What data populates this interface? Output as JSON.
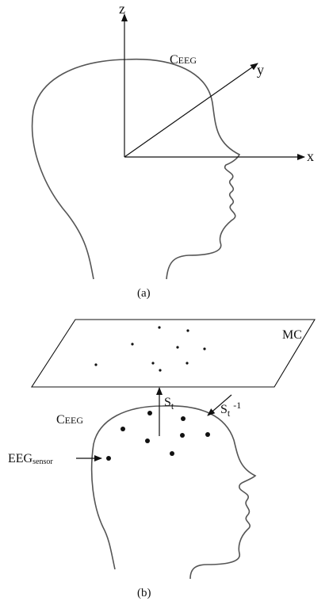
{
  "panel_a": {
    "caption": "(a)",
    "axes": {
      "z": "z",
      "y": "y",
      "x": "x"
    },
    "frame_label": {
      "main": "C",
      "sub": "EEG"
    }
  },
  "panel_b": {
    "caption": "(b)",
    "plane_label": "MC",
    "frame_label": {
      "main": "C",
      "sub": "EEG"
    },
    "sensor_label": {
      "main": "EEG",
      "sub": "sensor"
    },
    "transform": {
      "main": "S",
      "sub": "t"
    },
    "inverse_transform": {
      "main": "S",
      "sub": "t",
      "sup": "-1"
    }
  }
}
